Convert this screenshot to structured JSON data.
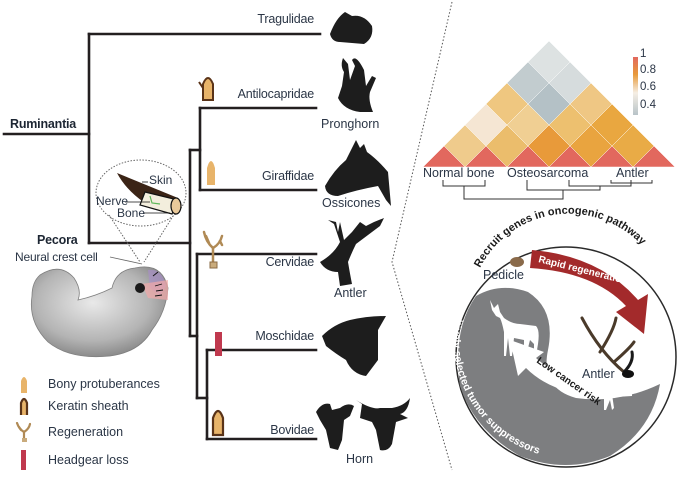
{
  "phylogeny": {
    "root_label": "Ruminantia",
    "pecora_label": "Pecora",
    "taxa": [
      {
        "name": "Tragulidae",
        "headgear_label": "",
        "marker": "none"
      },
      {
        "name": "Antilocapridae",
        "headgear_label": "Pronghorn",
        "marker": "keratin-sheath"
      },
      {
        "name": "Giraffidae",
        "headgear_label": "Ossicones",
        "marker": "bony-protuberance"
      },
      {
        "name": "Cervidae",
        "headgear_label": "Antler",
        "marker": "regeneration"
      },
      {
        "name": "Moschidae",
        "headgear_label": "",
        "marker": "headgear-loss"
      },
      {
        "name": "Bovidae",
        "headgear_label": "Horn",
        "marker": "keratin-sheath"
      }
    ],
    "inset_labels": {
      "skin": "Skin",
      "nerve": "Nerve",
      "bone": "Bone"
    },
    "embryo_label": "Neural crest cell"
  },
  "legend": {
    "items": [
      {
        "label": "Bony protuberances",
        "icon": "bony-protuberance-icon",
        "color": "#e8b46a"
      },
      {
        "label": "Keratin sheath",
        "icon": "keratin-sheath-icon",
        "color": "#5a3318"
      },
      {
        "label": "Regeneration",
        "icon": "regeneration-antler-icon",
        "color": "#b08a55"
      },
      {
        "label": "Headgear loss",
        "icon": "headgear-loss-icon",
        "color": "#c0394e"
      }
    ]
  },
  "chart_data": {
    "type": "heatmap",
    "title": "",
    "layout": "triangular correlation heatmap (rotated 45°)",
    "groups": [
      "Normal bone",
      "Osteosarcoma",
      "Antler"
    ],
    "colorbar": {
      "ticks": [
        "1",
        "0.8",
        "0.6",
        "0.4"
      ],
      "range": [
        0.3,
        1.0
      ],
      "colors": [
        "#e2685e",
        "#e89a3a",
        "#f5eee4",
        "#b8c3c8"
      ]
    },
    "n_samples": 6,
    "matrix_lower_triangle": [
      [
        1.0
      ],
      [
        0.7,
        1.0
      ],
      [
        0.5,
        0.75,
        1.0
      ],
      [
        0.72,
        0.7,
        0.85,
        1.0
      ],
      [
        0.35,
        0.4,
        0.7,
        0.85,
        1.0
      ],
      [
        0.4,
        0.35,
        0.38,
        0.72,
        0.82,
        1.0
      ]
    ],
    "dendrogram": "((Normal bone),((Osteosarcoma),(Antler)))"
  },
  "cycle": {
    "top_text": "Recruit genes in oncogenic pathway",
    "bottom_text": "Positively selected tumor suppressors",
    "arrow_red_label": "Rapid regeneration",
    "arrow_white_label": "Low cancer risk",
    "pedicle_label": "Pedicle",
    "antler_label": "Antler",
    "colors": {
      "gray": "#7d7e80",
      "red": "#a32a2b",
      "outline": "#2a2a2a"
    }
  }
}
